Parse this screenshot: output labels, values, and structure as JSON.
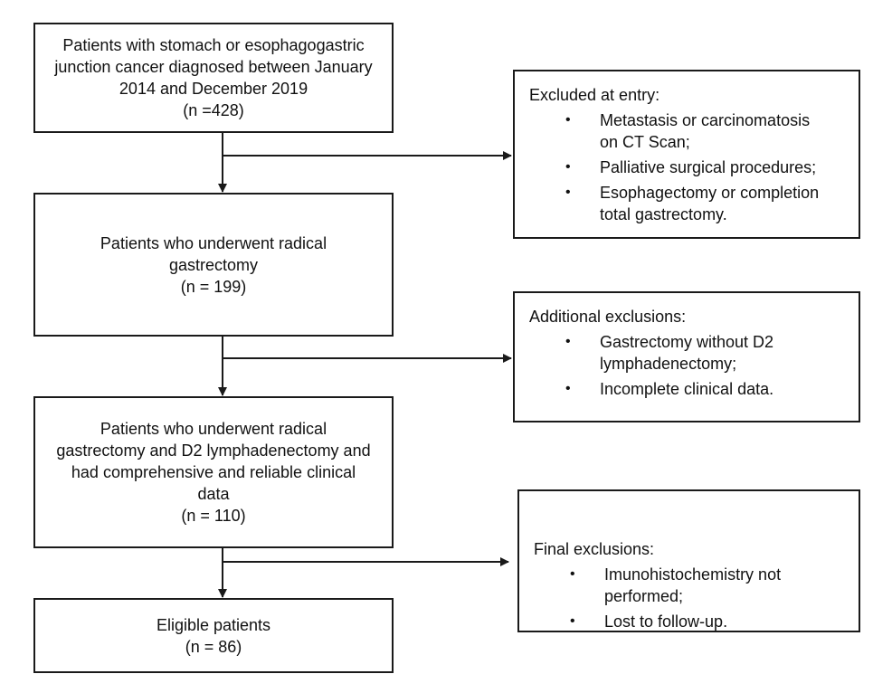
{
  "boxes": {
    "start": {
      "lines": [
        "Patients with stomach or esophagogastric",
        "junction cancer diagnosed between January",
        "2014 and December 2019",
        "(n =428)"
      ]
    },
    "radical": {
      "lines": [
        "Patients who underwent radical",
        "gastrectomy",
        "(n = 199)"
      ]
    },
    "d2": {
      "lines": [
        "Patients who underwent radical",
        "gastrectomy and D2 lymphadenectomy and",
        "had comprehensive and reliable clinical",
        "data",
        "(n = 110)"
      ]
    },
    "eligible": {
      "lines": [
        "Eligible patients",
        "(n = 86)"
      ]
    }
  },
  "exclusions": {
    "entry": {
      "title": "Excluded at entry:",
      "items": [
        [
          "Metastasis or carcinomatosis",
          "on CT Scan;"
        ],
        [
          "Palliative surgical procedures;"
        ],
        [
          "Esophagectomy or completion",
          "total gastrectomy."
        ]
      ]
    },
    "additional": {
      "title": "Additional exclusions:",
      "items": [
        [
          "Gastrectomy without D2",
          "lymphadenectomy;"
        ],
        [
          "Incomplete clinical data."
        ]
      ]
    },
    "final": {
      "title": "Final exclusions:",
      "items": [
        [
          "Imunohistochemistry not",
          "performed;"
        ],
        [
          "Lost to follow-up."
        ]
      ]
    }
  },
  "bullet_symbol": "•"
}
